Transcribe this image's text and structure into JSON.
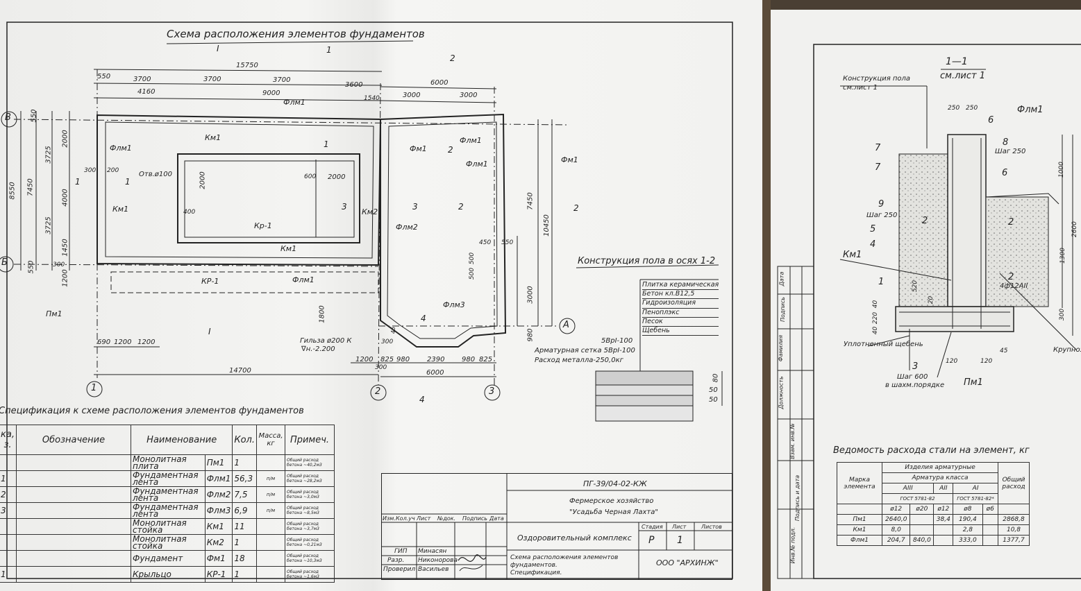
{
  "left_sheet": {
    "title": "Схема расположения элементов фундаментов",
    "section_marks": [
      "I",
      "1",
      "2",
      "1",
      "1",
      "2",
      "2",
      "3",
      "3",
      "2",
      "2",
      "4",
      "4",
      "I",
      "1",
      "1"
    ],
    "axis_labels": [
      "В",
      "Б",
      "А",
      "1",
      "2",
      "3"
    ],
    "dimensions_top": [
      "15750",
      "550",
      "3700",
      "3700",
      "3700",
      "3600",
      "4160",
      "9000",
      "1540",
      "6000",
      "3000",
      "3000"
    ],
    "dimensions_left": [
      "550",
      "2000",
      "3725",
      "7450",
      "8550",
      "4000",
      "3725",
      "1450",
      "1200",
      "550",
      "300",
      "200",
      "300"
    ],
    "dimensions_right": [
      "7450",
      "10450",
      "3000",
      "980",
      "450",
      "550",
      "500",
      "500"
    ],
    "dimensions_bottom": [
      "690",
      "1200",
      "1200",
      "14700",
      "1200",
      "825",
      "980",
      "2390",
      "980",
      "825",
      "6000",
      "300",
      "300",
      "1800",
      "45"
    ],
    "inner_dims": [
      "2000",
      "2000",
      "600",
      "400"
    ],
    "labels": [
      "Флм1",
      "Км1",
      "Флм1",
      "Км1",
      "Отв.ø100",
      "Кр-1",
      "Км1",
      "Км2",
      "Флм2",
      "Фм1",
      "Флм1",
      "Флм1",
      "Фм1",
      "КР-1",
      "Флм1",
      "Пм1",
      "Флм3",
      "Гильза ø200 К",
      "∇н.-2.200"
    ],
    "floor_title": "Конструкция пола в осях 1-2",
    "floor_layers": [
      "Плитка керамическая",
      "Бетон кл.В12,5",
      "Гидроизоляция",
      "Пеноплэкс",
      "Песок",
      "Щебень"
    ],
    "mesh_1": "5ВрI-100",
    "mesh_2": "Арматурная сетка 5ВрI-100",
    "metal": "Расход металла-250,0кг",
    "layer_dims": [
      "80",
      "50",
      "50"
    ]
  },
  "spec": {
    "title": "Спецификация к схеме расположения элементов фундаментов",
    "headers": [
      "ка, з.",
      "Обозначение",
      "Наименование",
      "",
      "Кол.",
      "Масса, кг",
      "Примеч."
    ],
    "rows": [
      {
        "pos": "",
        "name": "Монолитная плита",
        "mark": "Пм1",
        "qty": "1",
        "unit": "",
        "note": "Общий расход бетона ~40,2м3"
      },
      {
        "pos": "1",
        "name": "Фундаментная лента",
        "mark": "Флм1",
        "qty": "56,3",
        "unit": "п/м",
        "note": "Общий расход бетона ~28,2м3"
      },
      {
        "pos": "2",
        "name": "Фундаментная лента",
        "mark": "Флм2",
        "qty": "7,5",
        "unit": "п/м",
        "note": "Общий расход бетона ~3,0м3"
      },
      {
        "pos": "3",
        "name": "Фундаментная лента",
        "mark": "Флм3",
        "qty": "6,9",
        "unit": "п/м",
        "note": "Общий расход бетона ~8,5м3"
      },
      {
        "pos": "",
        "name": "Монолитная стойка",
        "mark": "Км1",
        "qty": "11",
        "unit": "",
        "note": "Общий расход бетона ~3,7м3"
      },
      {
        "pos": "",
        "name": "Монолитная стойка",
        "mark": "Км2",
        "qty": "1",
        "unit": "",
        "note": "Общий расход бетона ~0,21м3"
      },
      {
        "pos": "",
        "name": "Фундамент",
        "mark": "Фм1",
        "qty": "18",
        "unit": "",
        "note": "Общий расход бетона ~10,3м3"
      },
      {
        "pos": "1",
        "name": "Крыльцо",
        "mark": "КР-1",
        "qty": "1",
        "unit": "",
        "note": "Общий расход бетона ~1,6м3"
      }
    ]
  },
  "title_block": {
    "code": "ПГ-39/04-02-КЖ",
    "object_1": "Фермерское хозяйство",
    "object_2": "\"Усадьба Черная Лахта\"",
    "col_headers": [
      "Изм.",
      "Кол.уч",
      "Лист",
      "№док.",
      "Подпись",
      "Дата"
    ],
    "complex": "Оздоровительный комплекс",
    "stage_h": "Стадия",
    "sheet_h": "Лист",
    "sheets_h": "Листов",
    "stage": "Р",
    "sheet": "1",
    "sheets": "",
    "roles": [
      {
        "role": "ГИП",
        "name": "Минасян"
      },
      {
        "role": "Разр.",
        "name": "Никонорова"
      },
      {
        "role": "Проверил",
        "name": "Васильев"
      }
    ],
    "doc_1": "Схема расположения элементов",
    "doc_2": "фундаментов.",
    "doc_3": "Спецификация.",
    "company": "ООО \"АРХИНЖ\""
  },
  "right_sheet": {
    "section_title": "1—1",
    "section_ref": "см.лист 1",
    "floor_ref_1": "Конструкция пола",
    "floor_ref_2": "см.лист 1",
    "labels": [
      "250",
      "250",
      "Флм1",
      "6",
      "8",
      "Шаг 250",
      "7",
      "7",
      "6",
      "9",
      "Шаг 250",
      "2",
      "2",
      "5",
      "4",
      "Км1",
      "1",
      "2",
      "4ф12АII",
      "Уплотненный щебень",
      "3",
      "Шаг 600",
      "в шахм.порядке",
      "Пм1",
      "Крупноз"
    ],
    "dims": [
      "1000",
      "2600",
      "1300",
      "300",
      "520",
      "20",
      "40",
      "220",
      "40",
      "120",
      "120",
      "45"
    ],
    "side_stamp": [
      "Дата",
      "Подпись",
      "Фамилия",
      "Должность",
      "Инв.№ подл.",
      "Подпись и дата",
      "Взам. инв.№"
    ]
  },
  "steel": {
    "title": "Ведомость расхода стали на элемент, кг",
    "h_mark": "Марка элемента",
    "h_items": "Изделия арматурные",
    "h_class": "Арматура класса",
    "h_total": "Общий расход",
    "classes": [
      "АIII",
      "АII",
      "АI"
    ],
    "gosts": [
      "ГОСТ 5781-82",
      "ГОСТ 5781-82*"
    ],
    "diams": [
      "ø12",
      "ø20",
      "ø12",
      "ø8",
      "ø6"
    ],
    "rows": [
      {
        "mark": "Пм1",
        "v": [
          "2640,0",
          "",
          "38,4",
          "190,4",
          ""
        ],
        "total": "2868,8"
      },
      {
        "mark": "Км1",
        "v": [
          "8,0",
          "",
          "",
          "2,8",
          ""
        ],
        "total": "10,8"
      },
      {
        "mark": "Флм1",
        "v": [
          "204,7",
          "840,0",
          "",
          "333,0",
          ""
        ],
        "total": "1377,7"
      }
    ]
  }
}
